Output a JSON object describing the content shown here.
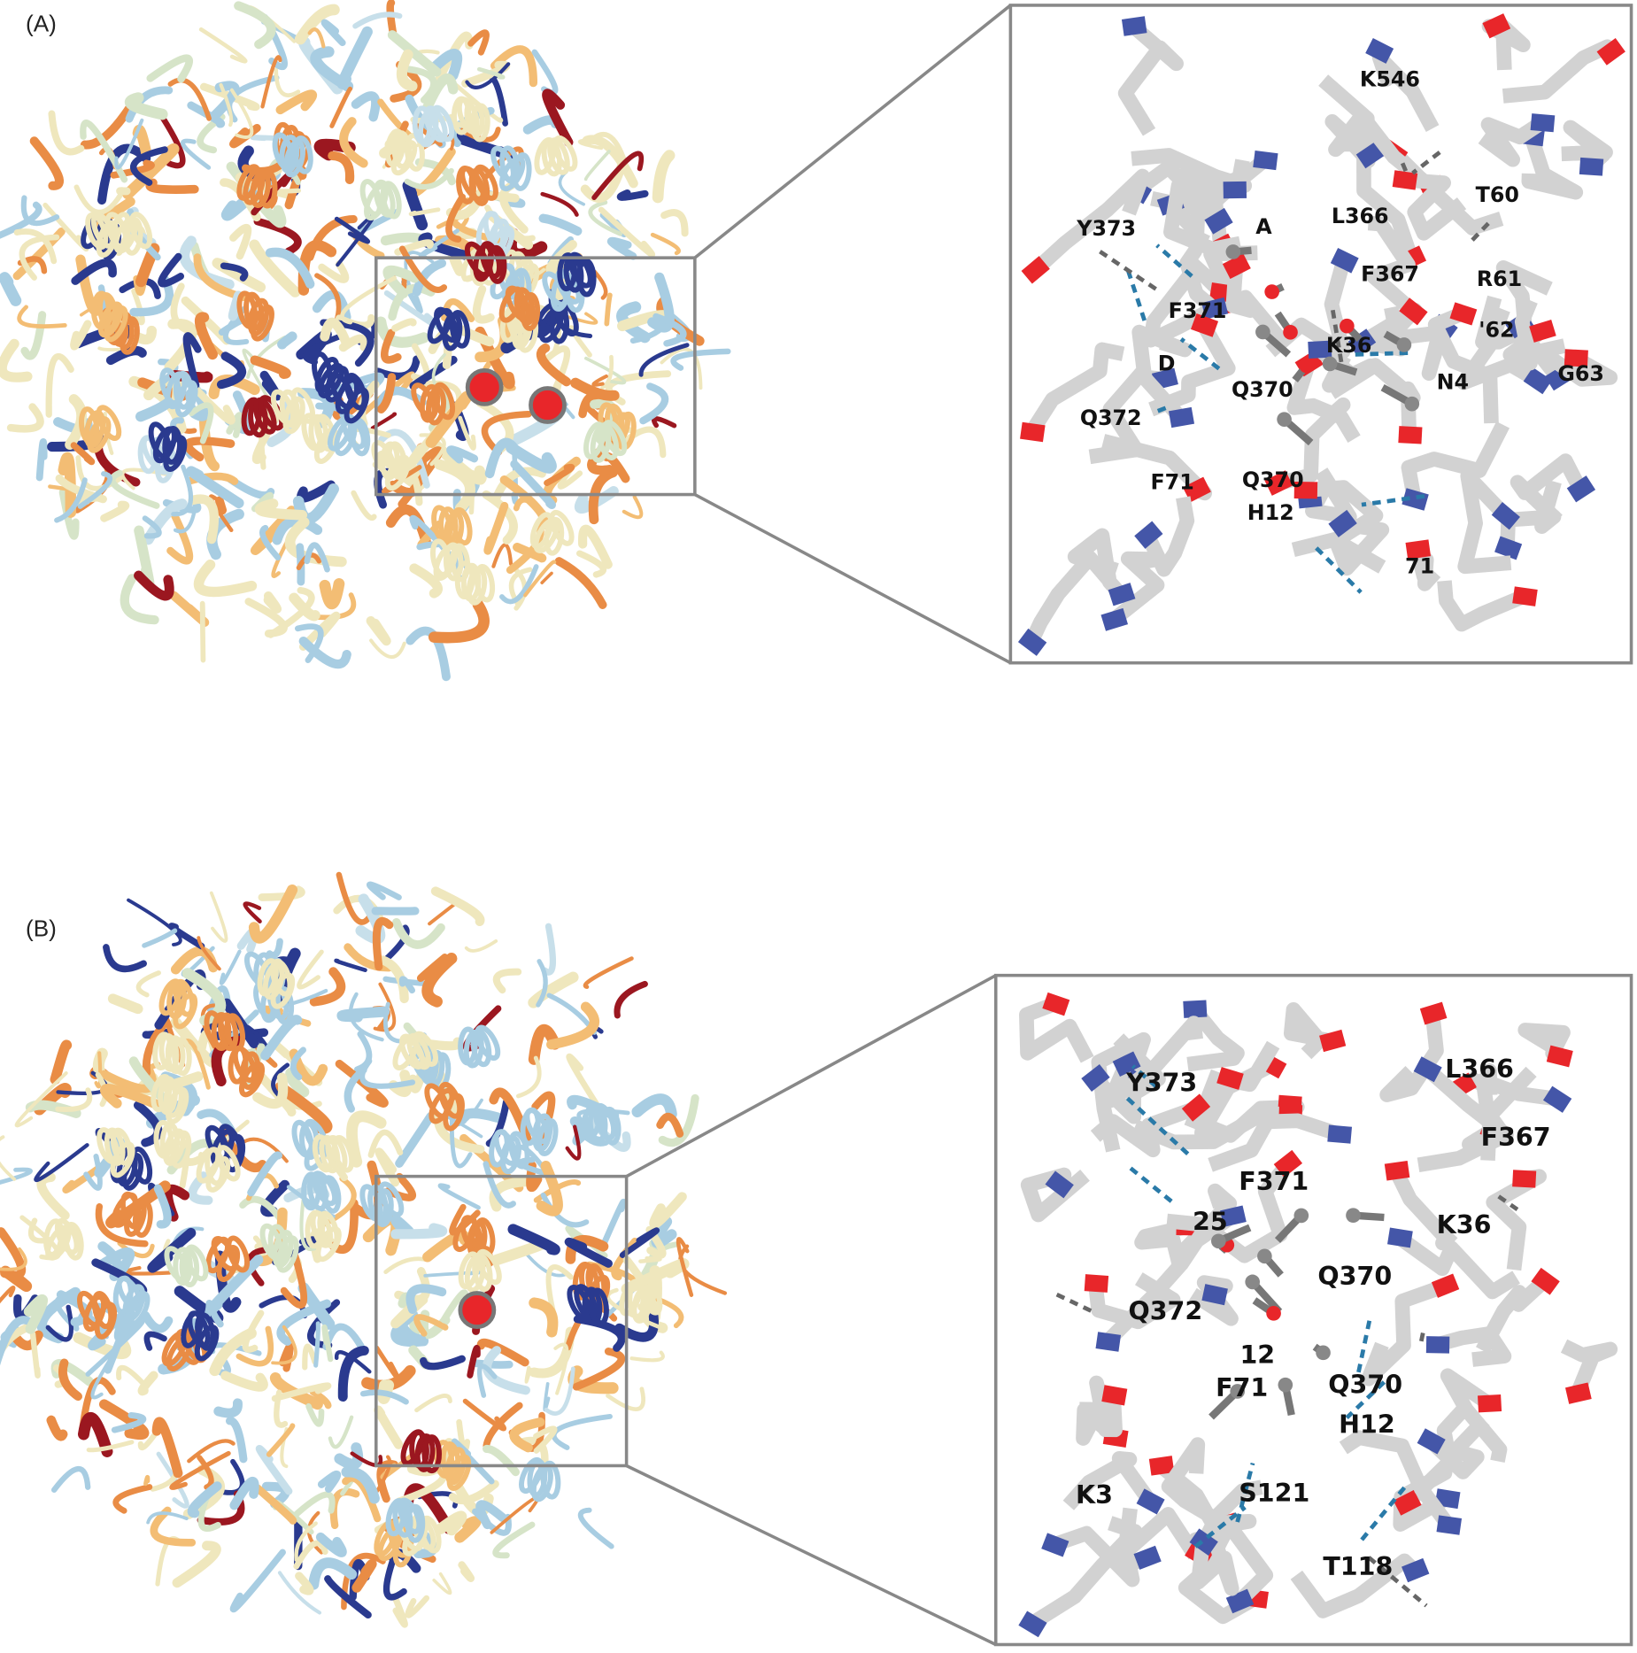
{
  "figure": {
    "panels": [
      {
        "label": "(A)",
        "residues": [
          "K546",
          "T60",
          "Y373",
          "A",
          "L366",
          "F367",
          "R61",
          "F371",
          "'62",
          "K36",
          "D",
          "Q370",
          "N4",
          "G63",
          "Q372",
          "F71",
          "Q370",
          "H12",
          "71"
        ]
      },
      {
        "label": "(B)",
        "residues": [
          "Y373",
          "L366",
          "F367",
          "F371",
          "K36",
          "25",
          "Q370",
          "Q372",
          "12",
          "F71",
          "Q370",
          "H12",
          "K3",
          "S121",
          "T118"
        ]
      }
    ]
  },
  "colors": {
    "ribbon_palette": [
      "#efe7bd",
      "#a8cde2",
      "#e98c45",
      "#2a3a8f",
      "#f3bd74",
      "#d6e4c8",
      "#9b1720",
      "#c7dfea"
    ],
    "stick_gray": "#d2d2d2",
    "oxygen_red": "#e8262a",
    "nitrogen_blue": "#4456a8",
    "hbond_blue": "#2a7aa8",
    "frame_gray": "#888888"
  }
}
